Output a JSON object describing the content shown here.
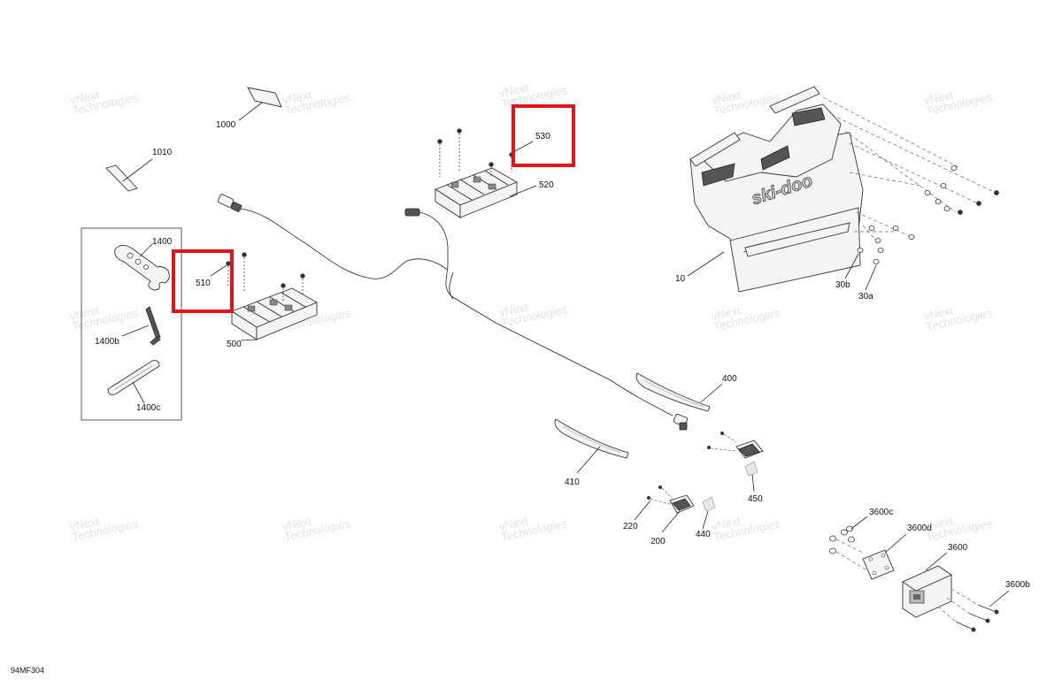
{
  "diagram_code": "94MF304",
  "watermark": {
    "line1": "vNext",
    "line2": "Technologies",
    "line_combined": "vNext Technologies"
  },
  "brand_logo": "ski-doo",
  "callouts": {
    "c1000": "1000",
    "c1010": "1010",
    "c1400": "1400",
    "c1400b": "1400b",
    "c1400c": "1400c",
    "c510": "510",
    "c500": "500",
    "c530": "530",
    "c520": "520",
    "c10": "10",
    "c30b": "30b",
    "c30a": "30a",
    "c400": "400",
    "c410": "410",
    "c450": "450",
    "c220": "220",
    "c200": "200",
    "c440": "440",
    "c3600c": "3600c",
    "c3600d": "3600d",
    "c3600": "3600",
    "c3600b": "3600b"
  },
  "highlighted_callouts": [
    "510",
    "530"
  ],
  "colors": {
    "highlight": "#e0141b",
    "line": "#222222",
    "watermark": "#cfcfcf"
  }
}
